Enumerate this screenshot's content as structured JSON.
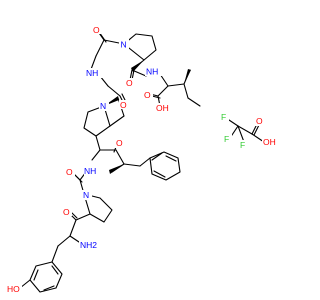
{
  "structure_labels": {
    "n_pro_ring": "N",
    "o_gly": "O",
    "nh_gly": "NH",
    "nh_ile": "NH",
    "o_pro_top": "O",
    "o_acid": "O",
    "oh_acid": "OH",
    "n_pro_mid": "N",
    "o_pro_mid": "O",
    "nh_phe": "NH",
    "o_phe": "O",
    "n_pro_low": "N",
    "o_pro_low": "O",
    "o_tyr": "O",
    "nh2_tyr": "NH2",
    "oh_phenol": "HO",
    "tfa_f1": "F",
    "tfa_f2": "F",
    "tfa_f3": "F",
    "tfa_o": "O",
    "tfa_oh": "OH"
  },
  "colors": {
    "oxygen": "#ff0000",
    "nitrogen": "#0000ff",
    "fluorine": "#33cc33",
    "carbon": "#000000"
  }
}
